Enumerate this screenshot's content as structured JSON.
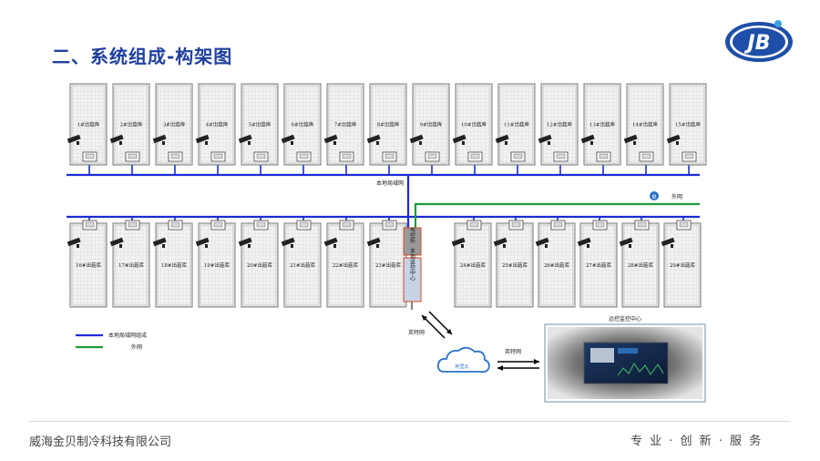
{
  "title": "二、系统组成-构架图",
  "top_rooms": [
    "1#出菇库",
    "2#出菇库",
    "3#出菇库",
    "4#出菇库",
    "5#出菇库",
    "6#出菇库",
    "7#出菇库",
    "8#出菇库",
    "9#出菇库",
    "10#出菇库",
    "11#出菇库",
    "12#出菇库",
    "13#出菇库",
    "14#出菇库",
    "15#出菇库"
  ],
  "bottom_left_rooms": [
    "16#出菇库",
    "17#出菇库",
    "18#出菇库",
    "19#出菇库",
    "20#出菇库",
    "21#出菇库",
    "22#出菇库",
    "23#出菇库"
  ],
  "bottom_right_rooms": [
    "24#出菇库",
    "25#出菇库",
    "26#出菇库",
    "27#出菇库",
    "28#出菇库",
    "29#出菇库"
  ],
  "lan_label": "本地局域网",
  "wan_label": "外网",
  "control_cabinet": "电控柜",
  "monitor_center": "本地监控中心",
  "internet_label_1": "英特网",
  "internet_label_2": "英特网",
  "cloud_label": "阿里云",
  "remote_center": "远控监控中心",
  "legend": {
    "lan": "本地局域网组成",
    "wan": "外网"
  },
  "colors": {
    "lan": "#1c2bd9",
    "wan": "#1f9a3a",
    "title": "#1f3f9f"
  },
  "footer": {
    "company": "威海金贝制冷科技有限公司",
    "slogan": "专 业 · 创 新 · 服 务"
  }
}
